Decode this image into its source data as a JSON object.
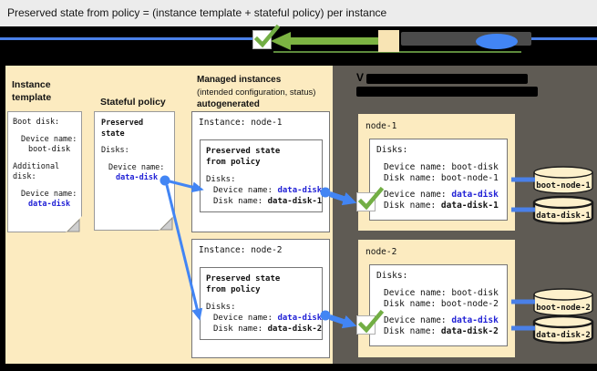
{
  "title": "Preserved state from policy = (instance template + stateful policy) per instance",
  "colors": {
    "accent_blue": "#4285f4",
    "link_blue": "#2222d6",
    "check_green": "#72ae44",
    "legend_arrow_green": "#7cb342",
    "panel_beige": "#fcebc0",
    "panel_gray": "#5f5b54"
  },
  "left": {
    "instance_template": {
      "heading1": "Instance",
      "heading2": "template",
      "doc": {
        "boot_label": "Boot disk:",
        "boot_device_label": "Device name:",
        "boot_device_value": "boot-disk",
        "additional1": "Additional",
        "additional2": "disk:",
        "data_device_label": "Device name:",
        "data_device_value": "data-disk"
      }
    },
    "stateful_policy": {
      "heading": "Stateful policy",
      "doc": {
        "title1": "Preserved",
        "title2": "state",
        "disks_label": "Disks:",
        "device_label": "Device name:",
        "device_value": "data-disk"
      }
    },
    "managed_instances": {
      "heading": "Managed instances",
      "subheading": "(intended configuration, status)",
      "subheading2": "autogenerated",
      "instances": [
        {
          "title": "Instance: node-1",
          "state_title1": "Preserved state",
          "state_title2": "from policy",
          "disks_label": "Disks:",
          "device_label": "Device name: ",
          "device_value": "data-disk",
          "disk_label": "Disk name: ",
          "disk_value": "data-disk-1"
        },
        {
          "title": "Instance: node-2",
          "state_title1": "Preserved state",
          "state_title2": "from policy",
          "disks_label": "Disks:",
          "device_label": "Device name: ",
          "device_value": "data-disk",
          "disk_label": "Disk name: ",
          "disk_value": "data-disk-2"
        }
      ]
    }
  },
  "right": {
    "heading_visible_char": "V",
    "nodes": [
      {
        "name": "node-1",
        "disks_label": "Disks:",
        "boot_device": "Device name: boot-disk",
        "boot_disk": "Disk name: boot-node-1",
        "data_device_label": "Device name: ",
        "data_device_value": "data-disk",
        "data_disk_label": "Disk name: ",
        "data_disk_value": "data-disk-1",
        "cylinder_boot": "boot-node-1",
        "cylinder_data": "data-disk-1"
      },
      {
        "name": "node-2",
        "disks_label": "Disks:",
        "boot_device": "Device name: boot-disk",
        "boot_disk": "Disk name: boot-node-2",
        "data_device_label": "Device name: ",
        "data_device_value": "data-disk",
        "data_disk_label": "Disk name: ",
        "data_disk_value": "data-disk-2",
        "cylinder_boot": "boot-node-2",
        "cylinder_data": "data-disk-2"
      }
    ]
  }
}
